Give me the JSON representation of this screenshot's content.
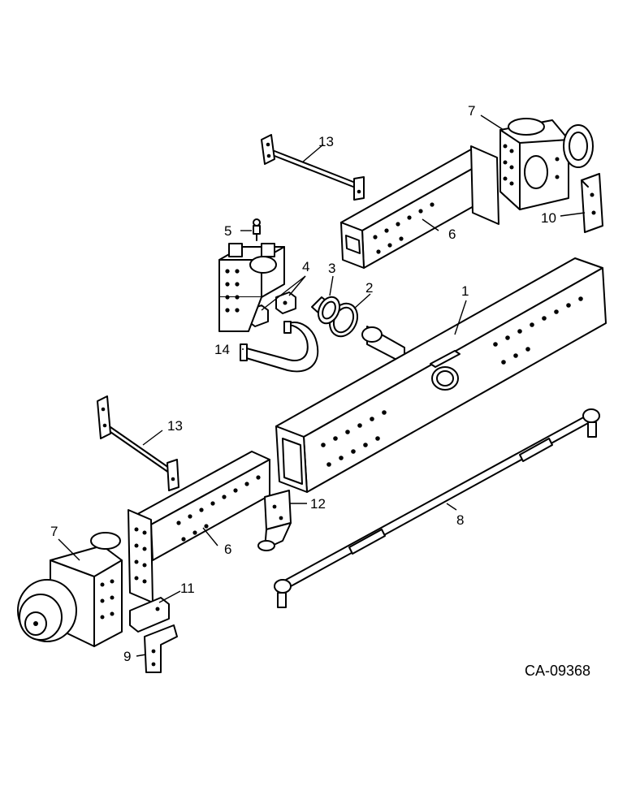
{
  "callouts": {
    "c1": "1",
    "c2": "2",
    "c3": "3",
    "c4": "4",
    "c5": "5",
    "c6a": "6",
    "c6b": "6",
    "c7a": "7",
    "c7b": "7",
    "c8": "8",
    "c9": "9",
    "c10": "10",
    "c11": "11",
    "c12": "12",
    "c13a": "13",
    "c13b": "13",
    "c14": "14"
  },
  "drawing_code": "CA-09368"
}
